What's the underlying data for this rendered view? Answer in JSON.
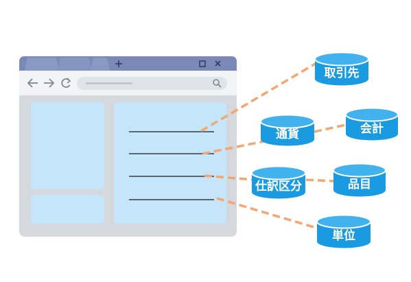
{
  "browser": {
    "new_tab_icon": "plus-icon",
    "maximize_icon": "square-icon",
    "close_icon": "x-icon",
    "back_icon": "arrow-left-icon",
    "forward_icon": "arrow-right-icon",
    "reload_icon": "reload-icon",
    "search_icon": "search-icon"
  },
  "databases": {
    "torihikisaki": "取引先",
    "tsuka": "通貨",
    "kaikei": "会計",
    "shiwake_kubun": "仕訳区分",
    "hinmoku": "品目",
    "tani": "単位"
  },
  "colors": {
    "cylinder": "#1a9ae0",
    "cylinder_top": "#41b2ee",
    "connector": "#f1a872",
    "panel": "#c5e5fb",
    "window_frame": "#d5d9de",
    "tabbar": "#7a8ab8"
  }
}
